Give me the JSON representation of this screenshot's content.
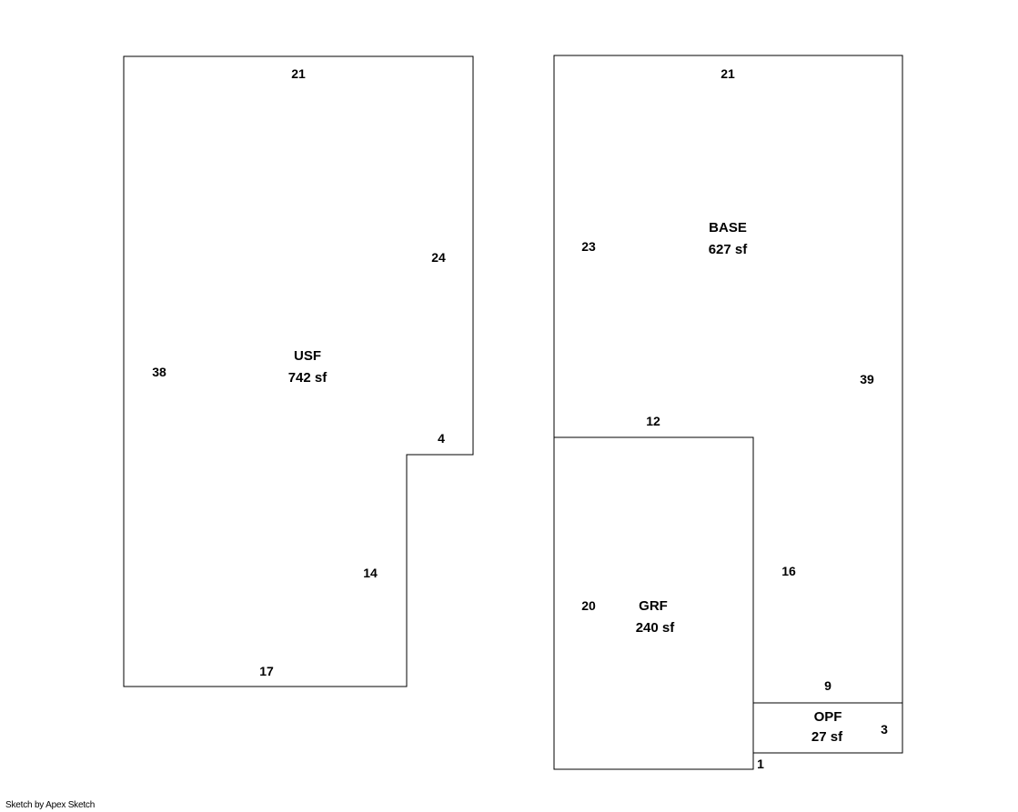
{
  "credit": "Sketch by Apex Sketch",
  "areas": {
    "usf": {
      "name": "USF",
      "size": "742 sf"
    },
    "base": {
      "name": "BASE",
      "size": "627 sf"
    },
    "grf": {
      "name": "GRF",
      "size": "240 sf"
    },
    "opf": {
      "name": "OPF",
      "size": "27 sf"
    }
  },
  "dimensions": {
    "usf": {
      "top": "21",
      "right_upper": "24",
      "notch": "4",
      "right_lower": "14",
      "bottom": "17",
      "left": "38"
    },
    "base": {
      "top": "21",
      "left": "23",
      "right": "39",
      "grf_top": "12",
      "grf_side": "16",
      "opf_top": "9"
    },
    "grf": {
      "left": "20"
    },
    "opf": {
      "right": "3",
      "gap": "1"
    }
  },
  "colors": {
    "line": "#000000",
    "text": "#000000",
    "background": "#ffffff"
  }
}
